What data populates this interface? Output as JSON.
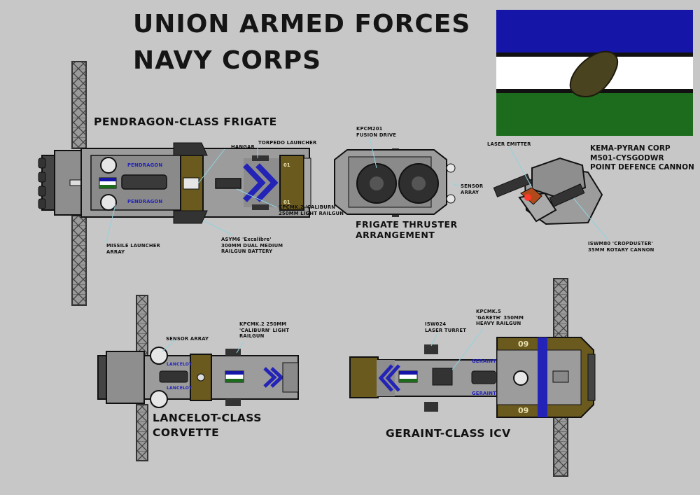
{
  "header": {
    "line1": "UNION ARMED FORCES",
    "line2": "NAVY CORPS"
  },
  "flag": {
    "stripes": [
      "#1515a8",
      "#ffffff",
      "#1d6b1d"
    ],
    "emblem_color": "#4a4320"
  },
  "frigate": {
    "class_label": "PENDRAGON-CLASS FRIGATE",
    "hull_name_top": "PENDRAGON",
    "hull_name_bottom": "PENDRAGON",
    "hull_number": "01",
    "callouts": {
      "hangar": "HANGAR",
      "torpedo": "TORPEDO LAUNCHER",
      "missile_line1": "MISSILE LAUNCHER",
      "missile_line2": "ARRAY",
      "asym_line1": "ASYM6 'Excalibre'",
      "asym_line2": "300MM DUAL MEDIUM",
      "asym_line3": "RAILGUN BATTERY",
      "railgun_line1": "KPCMK.2 'CALIBURN'",
      "railgun_line2": "250MM LIGHT RAILGUN"
    }
  },
  "thruster": {
    "label_line1": "FRIGATE THRUSTER",
    "label_line2": "ARRANGEMENT",
    "drive_line1": "KPCM201",
    "drive_line2": "FUSION DRIVE",
    "sensor_line1": "SENSOR",
    "sensor_line2": "ARRAY"
  },
  "pdc": {
    "maker_line1": "KEMA-PYRAN CORP",
    "maker_line2": "M501-CYSGODWR",
    "maker_line3": "POINT DEFENCE CANNON",
    "laser": "LASER EMITTER",
    "rotary_line1": "ISWM80 'CROPDUSTER'",
    "rotary_line2": "35MM ROTARY CANNON"
  },
  "corvette": {
    "class_line1": "LANCELOT-CLASS",
    "class_line2": "CORVETTE",
    "hull_name_top": "LANCELOT",
    "hull_name_bottom": "LANCELOT",
    "sensor": "SENSOR ARRAY",
    "railgun_line1": "KPCMK.2 250MM",
    "railgun_line2": "'CALIBURN' LIGHT",
    "railgun_line3": "RAILGUN"
  },
  "icv": {
    "class_label": "GERAINT-CLASS ICV",
    "hull_name_top": "GERAINT",
    "hull_name_bottom": "GERAINT",
    "hull_number": "09",
    "laser_line1": "ISW024",
    "laser_line2": "LASER TURRET",
    "heavy_line1": "KPCMK.5",
    "heavy_line2": "'GARETH' 350MM",
    "heavy_line3": "HEAVY RAILGUN"
  },
  "colors": {
    "background": "#c7c7c7",
    "hull_grey": "#9a9a9a",
    "hull_dark": "#6e6e6e",
    "olive": "#6b5a1e",
    "accent_blue": "#2323b8",
    "callout_line": "#8fd3df"
  }
}
